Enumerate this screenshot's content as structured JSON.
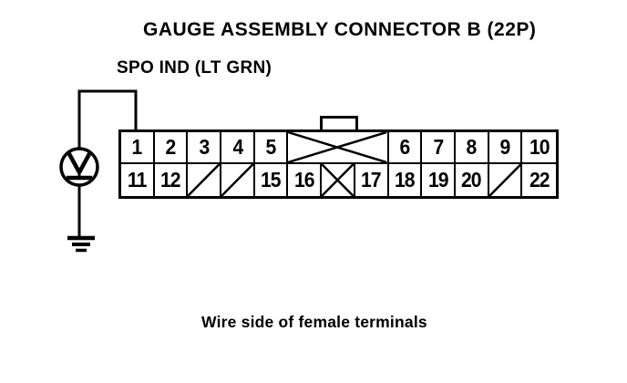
{
  "header": {
    "title": "GAUGE ASSEMBLY CONNECTOR B (22P)",
    "wire_label": "SPO IND (LT GRN)"
  },
  "caption": "Wire side of female terminals",
  "connector": {
    "name": "Gauge Assembly Connector B",
    "pin_count_label": "22P",
    "rows": [
      {
        "cells": [
          {
            "label": "1",
            "span": 1,
            "type": "pin"
          },
          {
            "label": "2",
            "span": 1,
            "type": "pin"
          },
          {
            "label": "3",
            "span": 1,
            "type": "pin"
          },
          {
            "label": "4",
            "span": 1,
            "type": "pin"
          },
          {
            "label": "5",
            "span": 1,
            "type": "pin"
          },
          {
            "label": "",
            "span": 3,
            "type": "crossed-x"
          },
          {
            "label": "6",
            "span": 1,
            "type": "pin"
          },
          {
            "label": "7",
            "span": 1,
            "type": "pin"
          },
          {
            "label": "8",
            "span": 1,
            "type": "pin"
          },
          {
            "label": "9",
            "span": 1,
            "type": "pin"
          },
          {
            "label": "10",
            "span": 1,
            "type": "pin"
          }
        ]
      },
      {
        "cells": [
          {
            "label": "11",
            "span": 1,
            "type": "pin"
          },
          {
            "label": "12",
            "span": 1,
            "type": "pin"
          },
          {
            "label": "",
            "span": 1,
            "type": "crossed-slash"
          },
          {
            "label": "",
            "span": 1,
            "type": "crossed-slash"
          },
          {
            "label": "15",
            "span": 1,
            "type": "pin"
          },
          {
            "label": "16",
            "span": 1,
            "type": "pin"
          },
          {
            "label": "",
            "span": 1,
            "type": "crossed-x"
          },
          {
            "label": "17",
            "span": 1,
            "type": "pin"
          },
          {
            "label": "18",
            "span": 1,
            "type": "pin"
          },
          {
            "label": "19",
            "span": 1,
            "type": "pin"
          },
          {
            "label": "20",
            "span": 1,
            "type": "pin"
          },
          {
            "label": "",
            "span": 1,
            "type": "crossed-slash"
          },
          {
            "label": "22",
            "span": 1,
            "type": "pin"
          }
        ]
      }
    ]
  },
  "symbols": {
    "voltmeter": "voltmeter-icon",
    "ground": "ground-icon",
    "wire_connected_pin": "1"
  },
  "colors": {
    "ink": "#000000",
    "background": "#ffffff"
  }
}
